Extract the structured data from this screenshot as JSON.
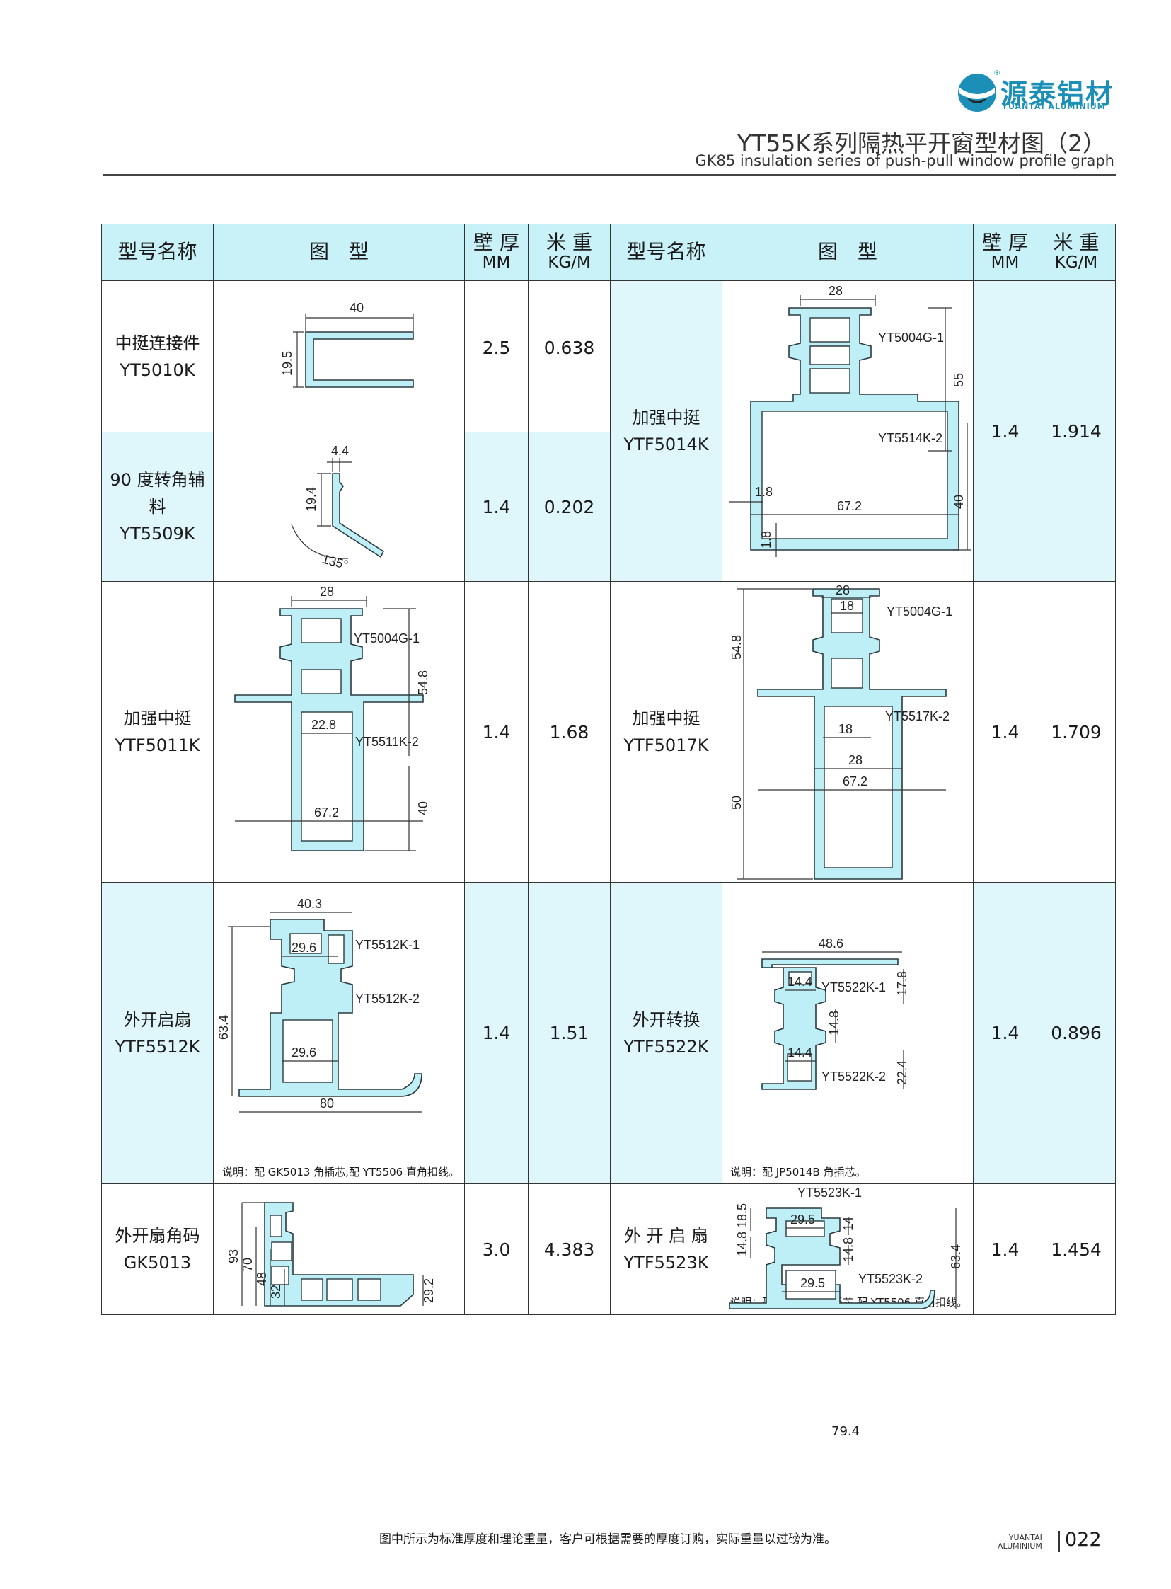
{
  "brand": {
    "name_cn": "源泰铝材",
    "name_en": "YUANTAI ALUMINIUM",
    "reg": "®"
  },
  "title": {
    "cn": "YT55K系列隔热平开窗型材图（2）",
    "en": "GK85 insulation series of push-pull window profile graph"
  },
  "headers": {
    "model": "型号名称",
    "figure": "图　型",
    "wall": "壁 厚",
    "wall_unit": "MM",
    "weight": "米 重",
    "weight_unit": "KG/M"
  },
  "left": [
    {
      "name": "中挺连接件",
      "code": "YT5010K",
      "wall": "2.5",
      "weight": "0.638",
      "dims": [
        "40",
        "19.5"
      ]
    },
    {
      "name": "90 度转角辅料",
      "code": "YT5509K",
      "wall": "1.4",
      "weight": "0.202",
      "dims": [
        "4.4",
        "19.4",
        "135°"
      ]
    },
    {
      "name": "加强中挺",
      "code": "YTF5011K",
      "wall": "1.4",
      "weight": "1.68",
      "dims": [
        "28",
        "YT5004G-1",
        "54.8",
        "YT5511K-2",
        "22.8",
        "40",
        "67.2"
      ]
    },
    {
      "name": "外开启扇",
      "code": "YTF5512K",
      "wall": "1.4",
      "weight": "1.51",
      "dims": [
        "40.3",
        "29.6",
        "YT5512K-1",
        "63.4",
        "YT5512K-2",
        "29.6",
        "80"
      ],
      "note": "说明：配 GK5013 角插芯,配 YT5506 直角扣线。"
    },
    {
      "name": "外开扇角码",
      "code": "GK5013",
      "wall": "3.0",
      "weight": "4.383",
      "dims": [
        "93",
        "70",
        "48",
        "32",
        "29.2"
      ]
    }
  ],
  "right": [
    {
      "name": "加强中挺",
      "code": "YTF5014K",
      "wall": "1.4",
      "weight": "1.914",
      "dims": [
        "28",
        "YT5004G-1",
        "55",
        "YT5514K-2",
        "1.8",
        "67.2",
        "40",
        "1.8"
      ]
    },
    {
      "name": "加强中挺",
      "code": "YTF5017K",
      "wall": "1.4",
      "weight": "1.709",
      "dims": [
        "28",
        "18",
        "YT5004G-1",
        "54.8",
        "YT5517K-2",
        "18",
        "28",
        "50",
        "67.2"
      ]
    },
    {
      "name": "外开转换",
      "code": "YTF5522K",
      "wall": "1.4",
      "weight": "0.896",
      "dims": [
        "48.6",
        "14.4",
        "YT5522K-1",
        "17.8",
        "14.8",
        "14.4",
        "YT5522K-2",
        "22.4"
      ],
      "note": "说明：配 JP5014B 角插芯。"
    },
    {
      "name": "外 开 启 扇",
      "code": "YTF5523K",
      "wall": "1.4",
      "weight": "1.454",
      "dims": [
        "YT5523K-1",
        "18.5",
        "29.5",
        "14",
        "14.8",
        "14.8",
        "63.4",
        "YT5523K-2",
        "29.5",
        "79.4"
      ],
      "note": "说明：配 GK5013 角插芯,配 YT5506 直角扣线。"
    }
  ],
  "footer": {
    "note": "图中所示为标准厚度和理论重量，客户可根据需要的厚度订购，实际重量以过磅为准。",
    "brand1": "YUANTAI",
    "brand2": "ALUMINIUM",
    "page": "022"
  },
  "colors": {
    "profile": "#bfeff6",
    "header_bg": "#c9f1f8",
    "row_tint": "#dff6fb",
    "brand": "#1b8fb8"
  }
}
